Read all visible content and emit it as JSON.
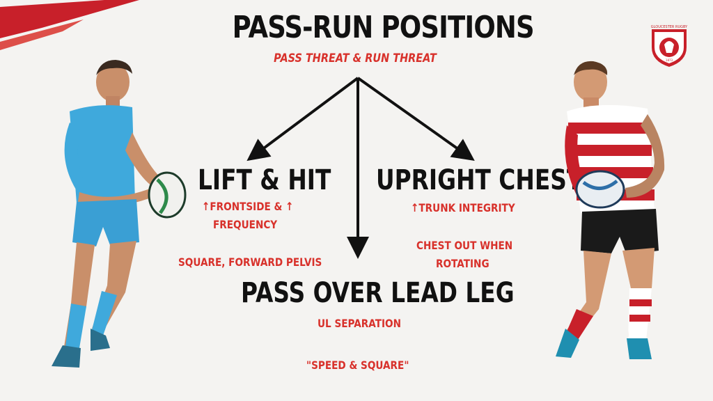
{
  "title": "PASS-RUN POSITIONS",
  "subtitle": "PASS THREAT & RUN THREAT",
  "left": {
    "heading": "LIFT & HIT",
    "detail_line1": "↑FRONTSIDE & ↑",
    "detail_line2": "FREQUENCY",
    "cue": "SQUARE, FORWARD PELVIS"
  },
  "right": {
    "heading": "UPRIGHT CHEST",
    "detail": "↑TRUNK INTEGRITY",
    "cue_line1": "CHEST OUT WHEN",
    "cue_line2": "ROTATING"
  },
  "bottom": {
    "heading": "PASS OVER LEAD LEG",
    "detail": "UL SEPARATION",
    "cue": "\"SPEED & SQUARE\""
  },
  "logo": {
    "text_top": "GLOUCESTER RUGBY",
    "year": "1873"
  },
  "colors": {
    "accent_red": "#d8312b",
    "text_dark": "#111111",
    "background": "#f4f3f1",
    "jersey_blue": "#3fa9dc"
  }
}
